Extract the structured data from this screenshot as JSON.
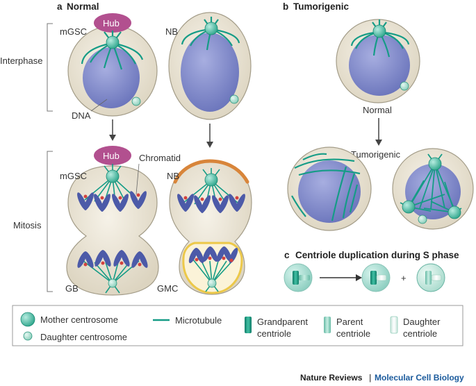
{
  "panel_a": {
    "letter": "a",
    "title": "Normal"
  },
  "panel_b": {
    "letter": "b",
    "title": "Tumorigenic"
  },
  "panel_c": {
    "letter": "c",
    "title": "Centriole duplication during S phase",
    "plus": "+"
  },
  "phases": {
    "interphase": "Interphase",
    "mitosis": "Mitosis"
  },
  "cells": {
    "hub1": "Hub",
    "hub2": "Hub",
    "mgsc1": "mGSC",
    "mgsc2": "mGSC",
    "nb1": "NB",
    "nb2": "NB",
    "dna": "DNA",
    "chromatid": "Chromatid",
    "gb": "GB",
    "gmc": "GMC",
    "normal": "Normal",
    "tumorigenic": "Tumorigenic"
  },
  "legend": {
    "mother": "Mother centrosome",
    "daughter": "Daughter centrosome",
    "microtubule": "Microtubule",
    "grandparent_1": "Grandparent",
    "grandparent_2": "centriole",
    "parent_1": "Parent",
    "parent_2": "centriole",
    "daughter_c_1": "Daughter",
    "daughter_c_2": "centriole"
  },
  "footer": {
    "journal": "Nature Reviews",
    "sep": "|",
    "section": "Molecular Cell Biology"
  },
  "colors": {
    "cell_fill": "#ece6d8",
    "cell_stroke": "#9a937f",
    "nucleus": "#7f88c8",
    "teal": "#159c86",
    "centro": "#5cc0a8",
    "hub": "#b2508f",
    "chromo": "#4c5aa8",
    "kineto": "#d3423e",
    "orange": "#d8853a",
    "yellow": "#ecc849",
    "blue_text": "#1a5a9c"
  }
}
